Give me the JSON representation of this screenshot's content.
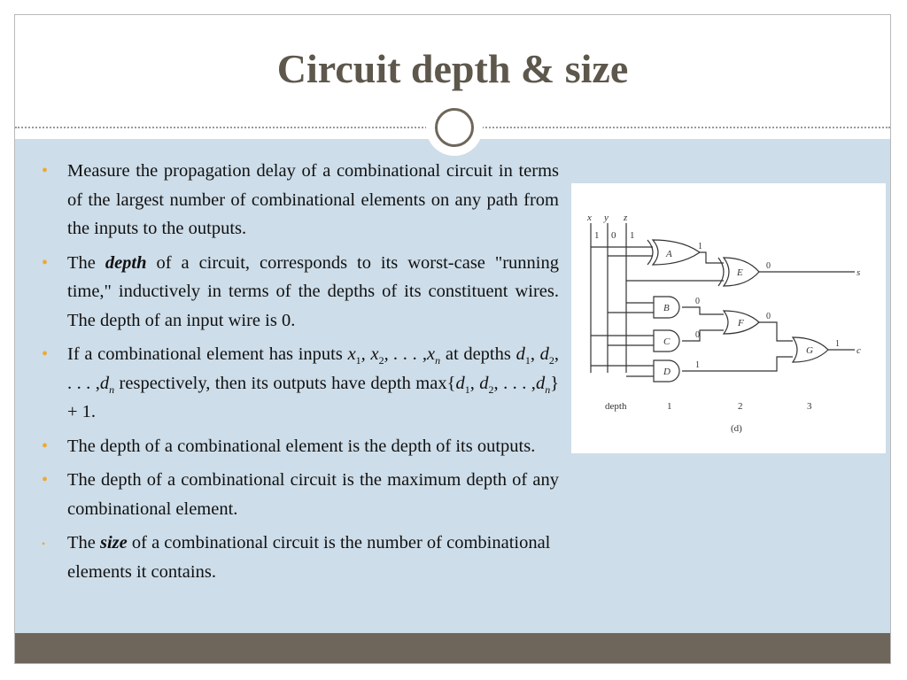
{
  "slide": {
    "title": "Circuit depth & size"
  },
  "bullets": {
    "b1": "Measure the propagation delay of a combinational circuit in terms of the largest number of combinational elements on any path from the inputs to the outputs.",
    "b2": {
      "pre": "The ",
      "term": "depth",
      "post": " of a circuit, corresponds to its worst-case \"running time,\" inductively in terms of the depths of its constituent wires. The depth of an input wire is 0."
    },
    "b3": {
      "t1": "If a combinational element has inputs ",
      "x": "x",
      "s1": "1",
      "c1": ", ",
      "s2": "2",
      "ell1": ", . . . ,",
      "sn": "n",
      "t2": " at depths ",
      "d": "d",
      "t3": " respectively, then its outputs have depth max{",
      "t4": "} + 1."
    },
    "b4": "The depth of a combinational element is the depth of its outputs.",
    "b5": "The depth of a combinational circuit is the maximum depth of any combinational element.",
    "b6": {
      "pre": "The ",
      "term": "size",
      "post": " of a combinational circuit is the number of combinational elements it contains."
    }
  },
  "figure": {
    "inputs": [
      "x",
      "y",
      "z"
    ],
    "input_values": [
      "1",
      "0",
      "1"
    ],
    "gates": [
      "A",
      "B",
      "C",
      "D",
      "E",
      "F",
      "G"
    ],
    "wire_values": {
      "A": "1",
      "B": "0",
      "C": "0",
      "D": "1",
      "E": "0",
      "F": "0",
      "G": "1"
    },
    "outputs": [
      "s",
      "c"
    ],
    "depth_label": "depth",
    "depth_levels": [
      "1",
      "2",
      "3"
    ],
    "caption": "(d)"
  },
  "colors": {
    "title": "#5d574c",
    "content_bg": "#cddde9",
    "footer": "#6e665a",
    "bullet": "#f0a830"
  }
}
